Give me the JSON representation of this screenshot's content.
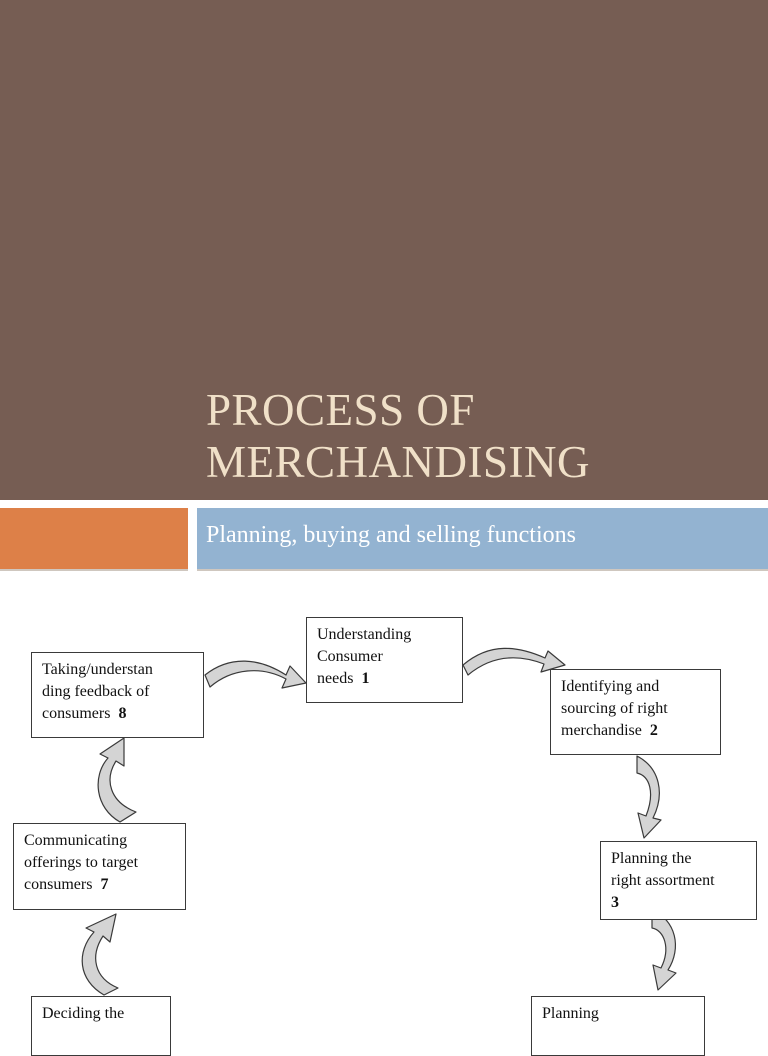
{
  "slide": {
    "title_line1": "PROCESS OF",
    "title_line2": "MERCHANDISING",
    "subtitle": "Planning, buying and selling functions"
  },
  "diagram": {
    "steps": [
      {
        "label": "Understanding Consumer needs",
        "line1": "Understanding",
        "line2": "Consumer",
        "line3": "needs",
        "number": "1"
      },
      {
        "label": "Identifying and sourcing of right merchandise",
        "line1": "Identifying and",
        "line2": "sourcing of right",
        "line3": "merchandise",
        "number": "2"
      },
      {
        "label": "Planning the right assortment",
        "line1": "Planning the",
        "line2": "right assortment",
        "number": "3"
      },
      {
        "label": "Planning",
        "line1": "Planning"
      },
      {
        "label": "Deciding the",
        "line1": "Deciding the"
      },
      {
        "label": "Communicating offerings to target consumers",
        "line1": "Communicating",
        "line2": "offerings to target",
        "line3": "consumers",
        "number": "7"
      },
      {
        "label": "Taking/understanding feedback of consumers",
        "line1": "Taking/understan",
        "line2": "ding feedback  of",
        "line3": "consumers",
        "number": "8"
      }
    ]
  },
  "colors": {
    "title_band": "#765d53",
    "title_text": "#f0e0c8",
    "accent_orange": "#dd8048",
    "accent_blue": "#93b3d1",
    "arrow_fill": "#d4d4d4"
  }
}
